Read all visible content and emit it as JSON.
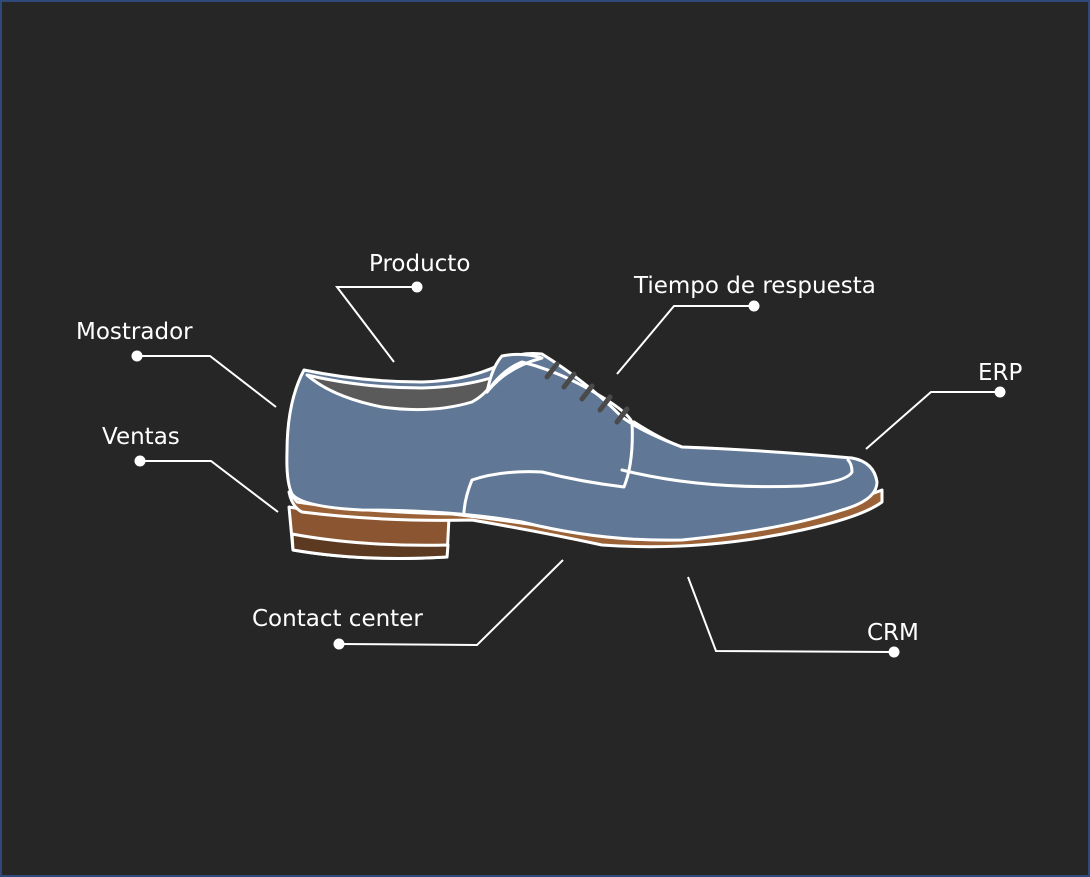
{
  "colors": {
    "background": "#262626",
    "frame_border": "#2f4a7a",
    "shoe_upper": "#607896",
    "shoe_outline": "#ffffff",
    "shoe_lining": "#5a5a5a",
    "sole": "#9a6236",
    "heel_dark": "#5c3a22",
    "laces": "#4a4a4a",
    "leader_lines": "#ffffff"
  },
  "icons": [
    "shoe-icon"
  ],
  "labels": {
    "producto": "Producto",
    "tiempo_respuesta": "Tiempo de respuesta",
    "mostrador": "Mostrador",
    "erp": "ERP",
    "ventas": "Ventas",
    "contact_center": "Contact center",
    "crm": "CRM"
  }
}
